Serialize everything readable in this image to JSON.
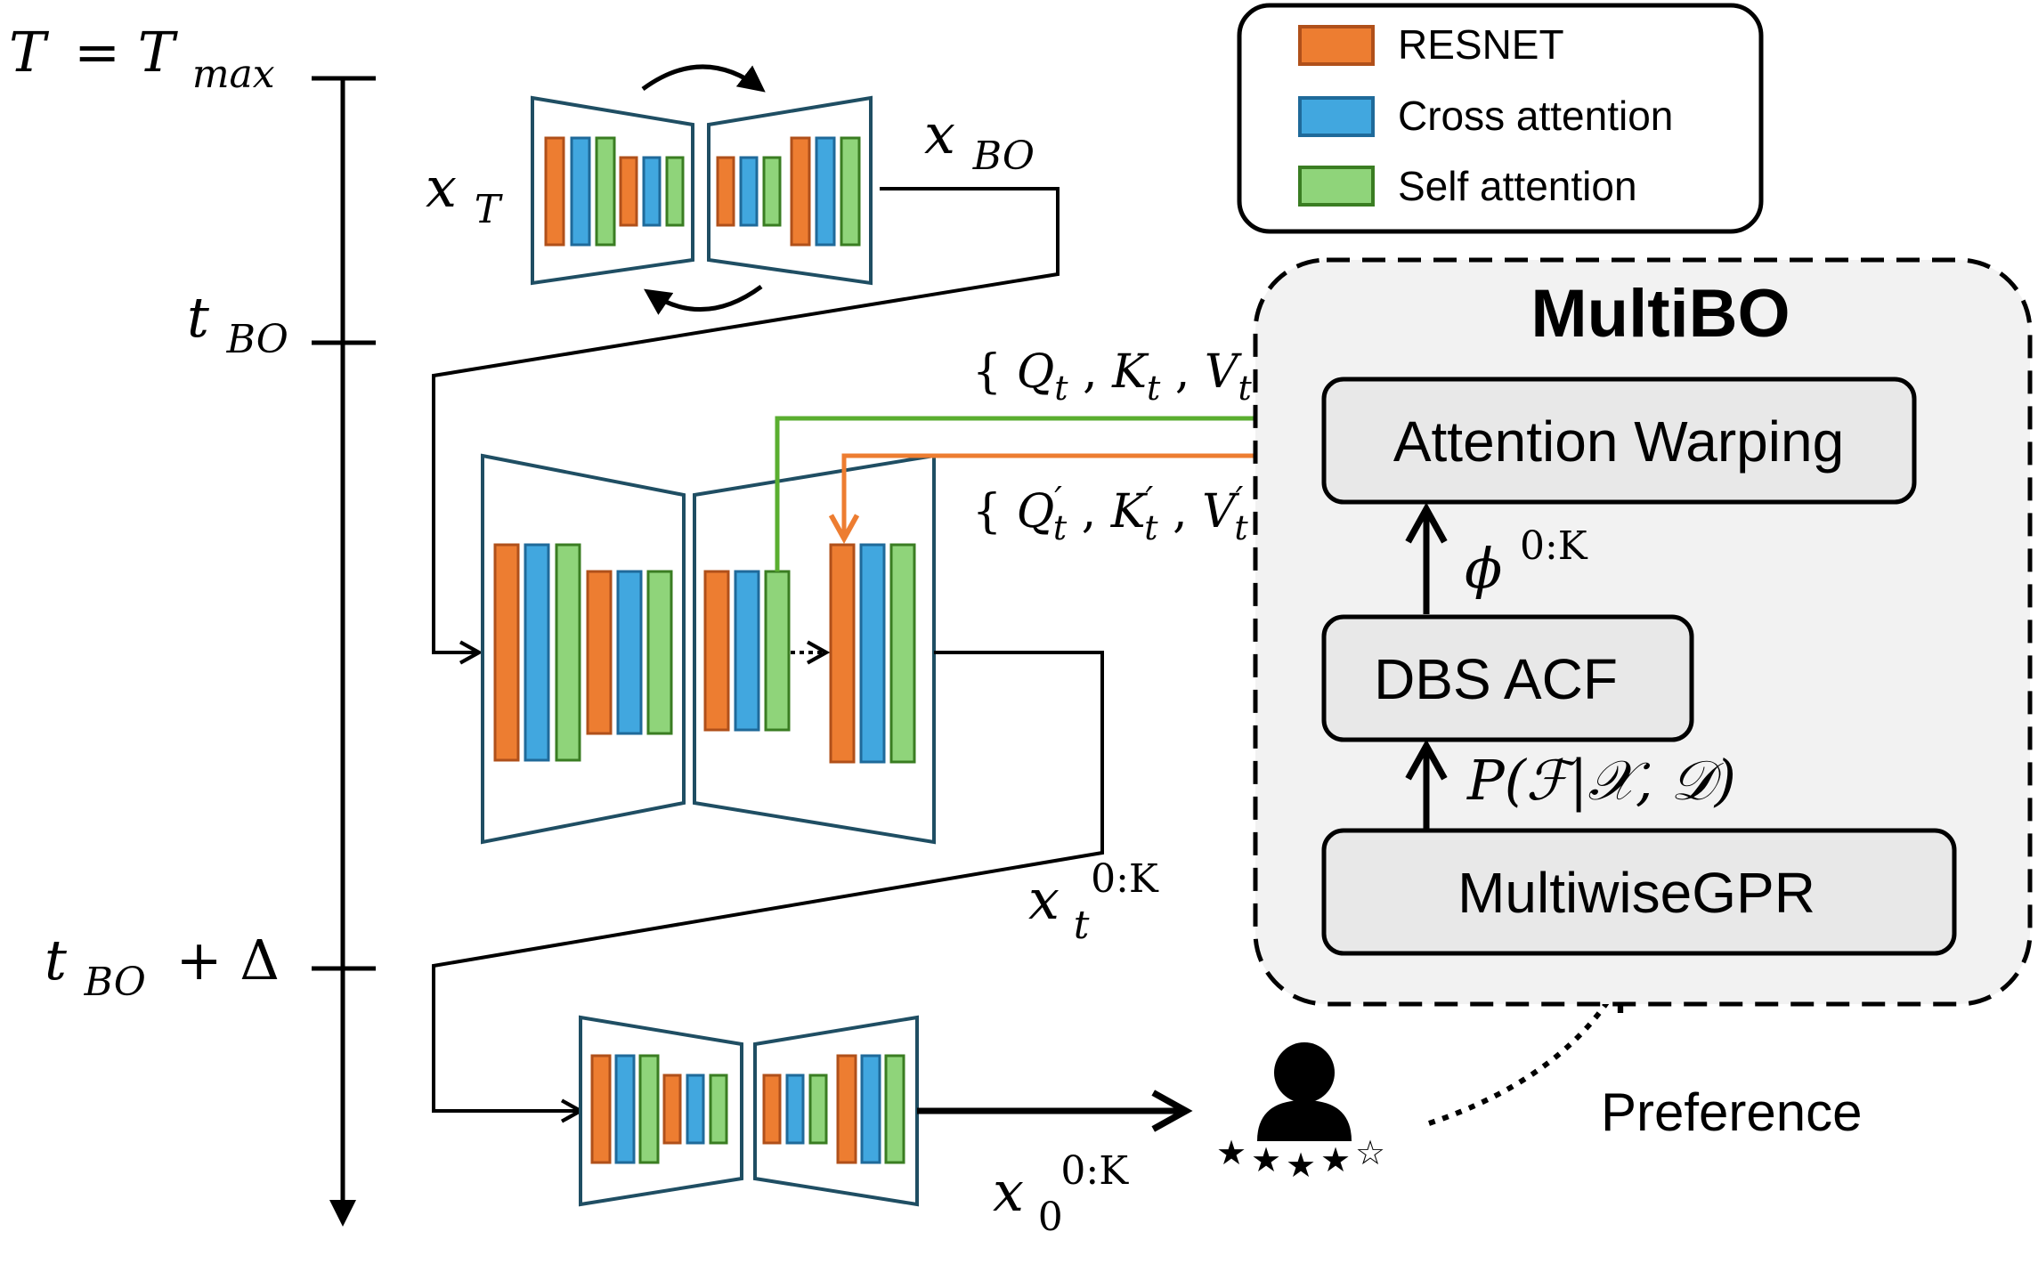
{
  "colors": {
    "resnet_fill": "#ED7D31",
    "resnet_stroke": "#B0501A",
    "cross_fill": "#41A7DF",
    "cross_stroke": "#1F6A9A",
    "self_fill": "#8FD47A",
    "self_stroke": "#3A7D22",
    "unet_outline": "#1F4E63",
    "green_arrow": "#5AAE30",
    "orange_arrow": "#ED7D31",
    "panel_fill": "#F2F2F2",
    "box_fill": "#E8E8E8"
  },
  "legend": {
    "resnet": "RESNET",
    "cross_attention": "Cross attention",
    "self_attention": "Self attention"
  },
  "timeline": {
    "t_max": {
      "lhs": "T",
      "eq": "= ",
      "base": "T",
      "sub": "max"
    },
    "t_bo": {
      "base": "t",
      "sub": "BO"
    },
    "t_bo_delta": {
      "base": "t",
      "sub": "BO",
      "tail": "+ Δ"
    }
  },
  "labels": {
    "x_T": {
      "base": "x",
      "sub": "T"
    },
    "x_BO": {
      "base": "x",
      "sub": "BO"
    },
    "x_t": {
      "base": "x",
      "sub": "t",
      "sup": "0:K"
    },
    "x_0": {
      "base": "x",
      "sub": "0",
      "sup": "0:K"
    },
    "qkv": {
      "open": "{",
      "q": "Q",
      "k": "K",
      "v": "V",
      "sub": "t",
      "comma": ",",
      "close": "}"
    },
    "qkv_prime": {
      "open": "{",
      "q": "Q",
      "k": "K",
      "v": "V",
      "sub": "t",
      "prime": "′",
      "comma": ",",
      "close": "}"
    },
    "phi": {
      "base": "ϕ",
      "sup": "0:K"
    },
    "posterior": "P(ℱ|𝒳, 𝒟)",
    "preference": "Preference"
  },
  "multibo": {
    "title": "MultiBO",
    "attention_warping": "Attention Warping",
    "dbs_acf": "DBS ACF",
    "multiwise_gpr": "MultiwiseGPR"
  },
  "rating": {
    "filled_stars": 4,
    "total_stars": 5,
    "star_filled": "★",
    "star_empty": "☆"
  }
}
